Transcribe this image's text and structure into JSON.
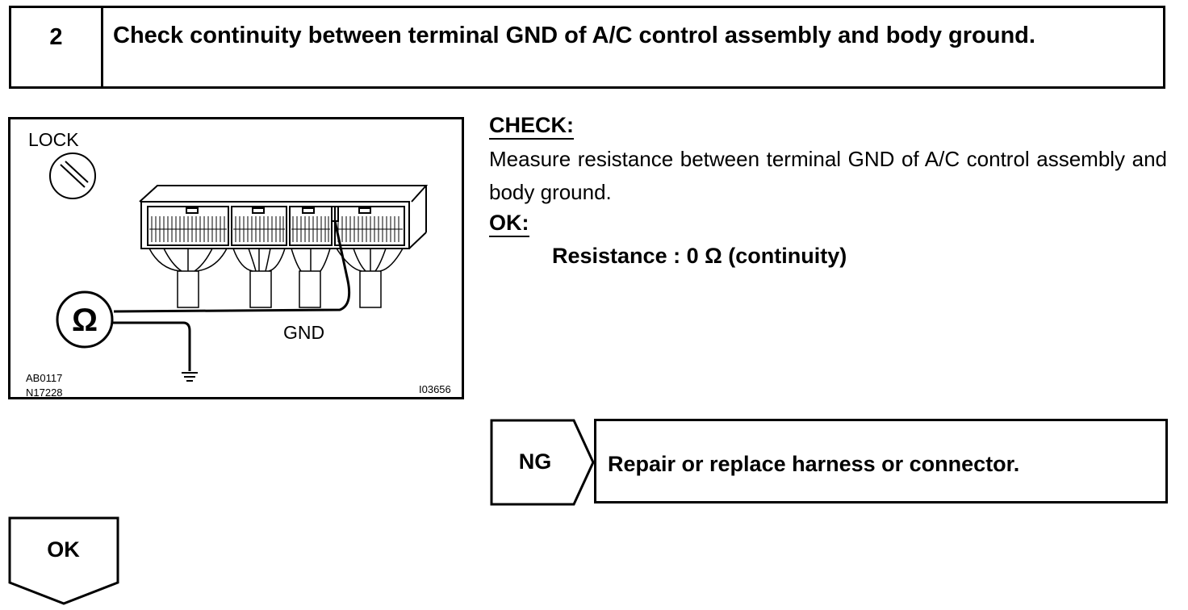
{
  "step": {
    "number": "2",
    "title": "Check continuity between terminal GND of A/C control assembly and body ground."
  },
  "figure": {
    "lock_label": "LOCK",
    "gnd_label": "GND",
    "ohm_symbol": "Ω",
    "code_top_left": "AB0117",
    "code_bottom_left": "N17228",
    "code_right": "I03656"
  },
  "check": {
    "heading": "CHECK:",
    "text": "Measure resistance between terminal GND of A/C control assembly and body ground.",
    "ok_heading": "OK:",
    "spec": "Resistance : 0 Ω (continuity)"
  },
  "ng": {
    "label": "NG",
    "result": "Repair or replace harness or connector."
  },
  "ok": {
    "label": "OK"
  },
  "icons": [
    "ignition-lock-icon",
    "ohmmeter-icon",
    "ground-symbol-icon",
    "connector-diagram"
  ]
}
